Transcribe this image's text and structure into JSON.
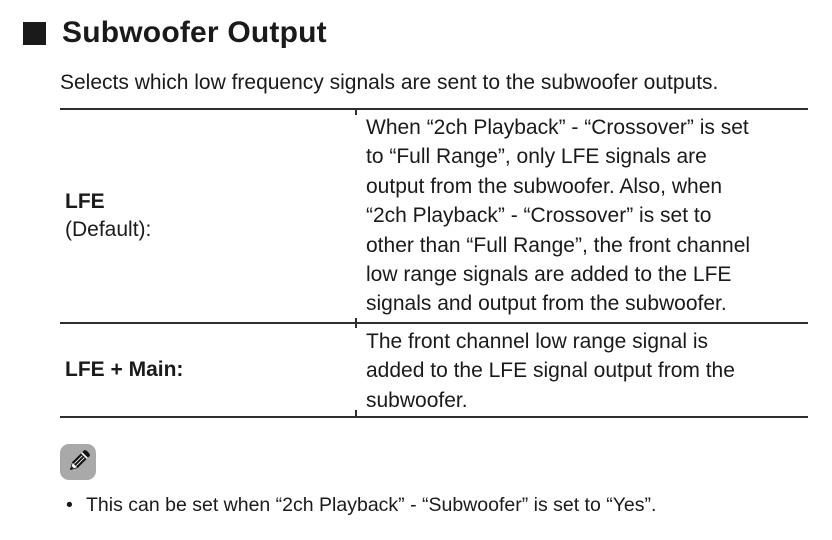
{
  "header": {
    "title": "Subwoofer Output"
  },
  "intro": "Selects which low frequency signals are sent to the subwoofer outputs.",
  "table": {
    "rows": [
      {
        "name": "LFE",
        "qualifier": "(Default):",
        "description": "When “2ch Playback” - “Crossover” is set to “Full Range”, only LFE signals are output from the subwoofer. Also, when “2ch Playback” - “Crossover” is set to other than “Full Range”, the front channel low range signals are added to the LFE signals and output from the subwoofer.",
        "lines": [
          "When “2ch Playback” - “Crossover” is set",
          "to “Full Range”, only LFE signals are",
          "output from the subwoofer. Also, when",
          "“2ch Playback” - “Crossover” is set to",
          "other than “Full Range”, the front channel",
          "low range signals are added to the LFE",
          "signals and output from the subwoofer."
        ]
      },
      {
        "name": "LFE + Main:",
        "qualifier": "",
        "description": "The front channel low range signal is added to the LFE signal output from the subwoofer.",
        "lines": [
          "The front channel low range signal is",
          "added to the LFE signal output from the",
          "subwoofer."
        ]
      }
    ]
  },
  "note": {
    "bullet": "•",
    "items": [
      "This can be set when “2ch Playback” - “Subwoofer” is set to “Yes”."
    ]
  },
  "colors": {
    "text": "#1a1a1a",
    "rule": "#2e2e2e",
    "note_icon_bg": "#a9a9a9"
  }
}
